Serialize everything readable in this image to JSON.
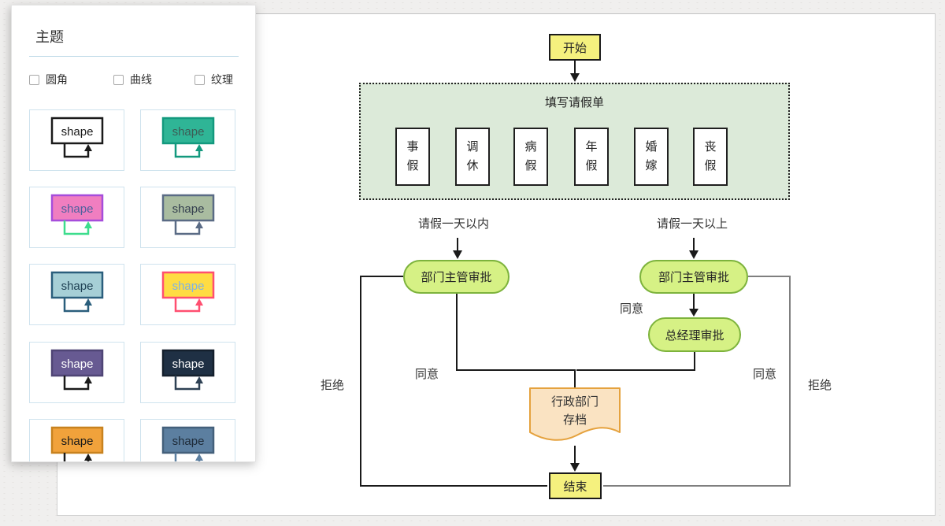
{
  "theme_panel": {
    "title": "主题",
    "checkboxes": [
      {
        "label": "圆角",
        "checked": false
      },
      {
        "label": "曲线",
        "checked": false
      },
      {
        "label": "纹理",
        "checked": false
      }
    ],
    "shape_label": "shape",
    "tiles": [
      {
        "name": "default-white",
        "fill": "#ffffff",
        "stroke": "#1a1a1a",
        "text_color": "#1a1a1a",
        "arrow": "#1a1a1a"
      },
      {
        "name": "teal",
        "fill": "#2fb596",
        "stroke": "#13997e",
        "text_color": "#3d5c55",
        "arrow": "#13997e"
      },
      {
        "name": "pink-purple",
        "fill": "#f07ec0",
        "stroke": "#a64ddb",
        "text_color": "#4f619e",
        "arrow": "#3ddd8d"
      },
      {
        "name": "sage-green",
        "fill": "#a9bca0",
        "stroke": "#5a6b85",
        "text_color": "#35404f",
        "arrow": "#5a6b85"
      },
      {
        "name": "light-blue",
        "fill": "#a6cfd6",
        "stroke": "#2a5e7c",
        "text_color": "#1f4154",
        "arrow": "#2a5e7c"
      },
      {
        "name": "yellow-pink",
        "fill": "#ffdc43",
        "stroke": "#ff4f70",
        "text_color": "#7fb2e5",
        "arrow": "#ff4f70"
      },
      {
        "name": "purple",
        "fill": "#675a92",
        "stroke": "#4f4575",
        "text_color": "#ffffff",
        "arrow": "#1a1a1a"
      },
      {
        "name": "dark-navy",
        "fill": "#1f3044",
        "stroke": "#141f2c",
        "text_color": "#ffffff",
        "arrow": "#2e4154"
      },
      {
        "name": "orange",
        "fill": "#f1a23b",
        "stroke": "#c8821f",
        "text_color": "#1a1a1a",
        "arrow": "#1a1a1a"
      },
      {
        "name": "steel-blue",
        "fill": "#5c7fa0",
        "stroke": "#44607b",
        "text_color": "#1e2b38",
        "arrow": "#5c7fa0"
      }
    ]
  },
  "flowchart": {
    "start_label": "开始",
    "group_title": "填写请假单",
    "leave_types": [
      "事假",
      "调休",
      "病假",
      "年假",
      "婚嫁",
      "丧假"
    ],
    "branch_left_label": "请假一天以内",
    "branch_right_label": "请假一天以上",
    "dept_approval_label": "部门主管审批",
    "gm_approval_label": "总经理审批",
    "archive_line1": "行政部门",
    "archive_line2": "存档",
    "end_label": "结束",
    "agree_label": "同意",
    "reject_label": "拒绝",
    "colors": {
      "terminal_fill": "#f5f17e",
      "terminal_stroke": "#1a1a1a",
      "group_fill": "#dcead9",
      "group_stroke": "#222222",
      "approval_fill": "#d6f185",
      "approval_stroke": "#7db33c",
      "archive_fill": "#fae3c2",
      "archive_stroke": "#e5a23e",
      "line_dark": "#1a1a1a",
      "line_gray": "#7f7f7f"
    }
  }
}
